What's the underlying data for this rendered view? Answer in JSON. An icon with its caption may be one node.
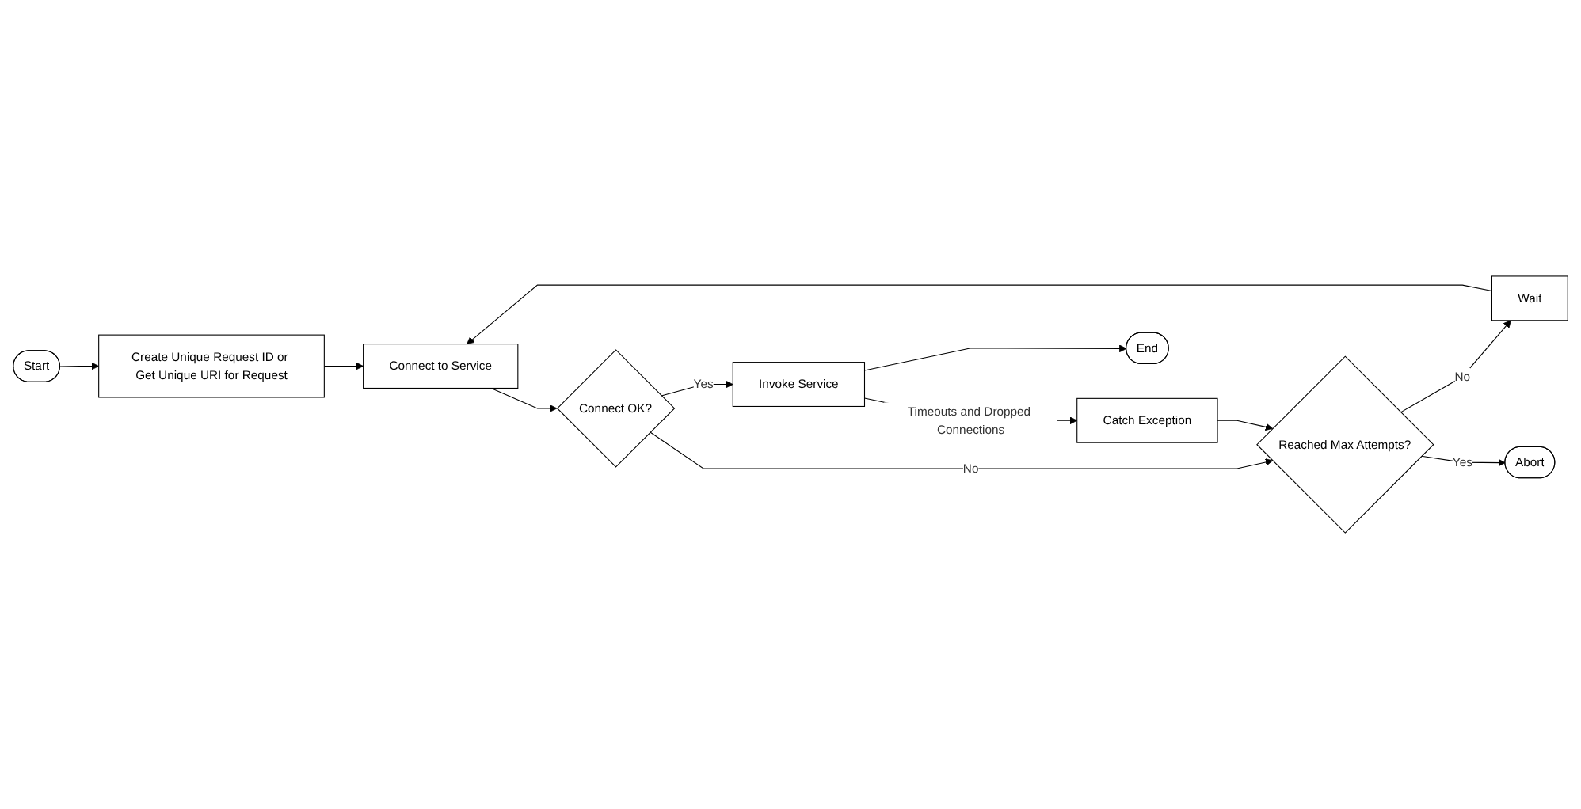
{
  "diagram": {
    "nodes": [
      {
        "text": [
          "Start"
        ]
      },
      {
        "text": [
          "Create Unique Request ID or Get Unique URI for Request"
        ]
      },
      {
        "text": [
          "Connect to Service"
        ]
      },
      {
        "text": [
          "Wait"
        ]
      },
      {
        "text": [
          "Connect OK?"
        ]
      },
      {
        "text": [
          "Reached Max Attempts?"
        ]
      },
      {
        "text": [
          "Abort"
        ]
      },
      {
        "text": [
          "Invoke Service"
        ]
      },
      {
        "text": [
          "Catch Exception"
        ]
      },
      {
        "text": [
          "End"
        ]
      }
    ],
    "edges": [
      {
        "from": 0,
        "to": 1,
        "arrow": "to"
      },
      {
        "from": 1,
        "to": 2,
        "arrow": "to"
      },
      {
        "from": 3,
        "to": 2,
        "arrow": "to"
      },
      {
        "from": 2,
        "to": 4,
        "arrow": "to"
      },
      {
        "from": 4,
        "to": 5,
        "arrow": "to",
        "label": "No"
      },
      {
        "from": 5,
        "to": 3,
        "arrow": "to",
        "label": "No"
      },
      {
        "from": 5,
        "to": 6,
        "arrow": "to",
        "label": "Yes"
      },
      {
        "from": 4,
        "to": 7,
        "arrow": "to",
        "label": "Yes"
      },
      {
        "from": 7,
        "to": 8,
        "arrow": "to",
        "label": "Timeouts and Dropped Connections"
      },
      {
        "from": 8,
        "to": 5,
        "arrow": "to"
      },
      {
        "from": 7,
        "to": 9,
        "arrow": "to"
      }
    ]
  }
}
